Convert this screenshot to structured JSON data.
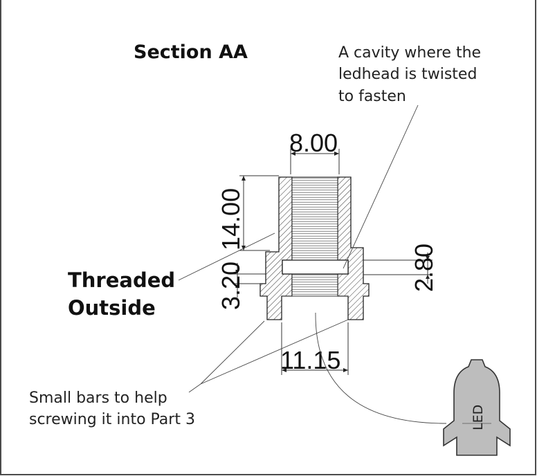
{
  "section_title": "Section AA",
  "notes": {
    "cavity": [
      "A cavity where the",
      "ledhead is twisted",
      "to fasten"
    ],
    "threaded": [
      "Threaded",
      "Outside"
    ],
    "bars": [
      "Small bars to help",
      "screwing it into Part 3"
    ]
  },
  "dimensions": {
    "top_width": "8.00",
    "height": "14.00",
    "gap_left": "3.20",
    "gap_right": "2.80",
    "bottom_width": "11.15"
  },
  "led_label": "LED",
  "colors": {
    "line": "#222222",
    "led_fill": "#bdbdbd",
    "frame": "#4a4a4a"
  }
}
